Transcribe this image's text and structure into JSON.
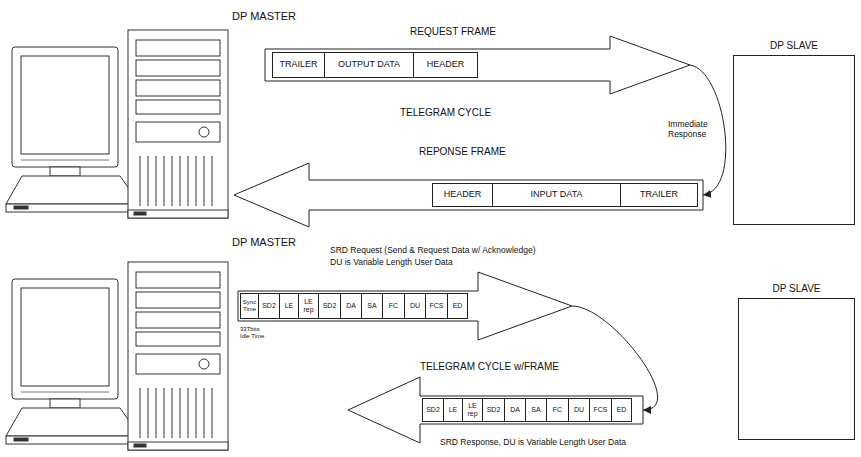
{
  "diagram": {
    "nodes": [
      {
        "text": [
          "REQUEST FRAME"
        ]
      },
      {
        "text": [
          "TRAILER"
        ],
        "in": 0
      },
      {
        "text": [
          "OUTPUT DATA"
        ],
        "in": 0
      },
      {
        "text": [
          "HEADER"
        ],
        "in": 0
      },
      {
        "text": [
          "DP SLAVE"
        ]
      },
      {
        "text": [
          "REPONSE FRAME"
        ]
      },
      {
        "text": [
          "HEADER"
        ],
        "in": 5
      },
      {
        "text": [
          "INPUT DATA"
        ],
        "in": 5
      },
      {
        "text": [
          "TRAILER"
        ],
        "in": 5
      },
      {
        "text": [
          "SRD Request (Send & Request Data w/ Acknowledge)",
          "DU is Variable Length User Data"
        ]
      },
      {
        "text": [
          "Sync Time"
        ],
        "in": 9
      },
      {
        "text": [
          "SD2"
        ],
        "in": 9
      },
      {
        "text": [
          "LE"
        ],
        "in": 9
      },
      {
        "text": [
          "LE rep"
        ],
        "in": 9
      },
      {
        "text": [
          "SD2"
        ],
        "in": 9
      },
      {
        "text": [
          "DA"
        ],
        "in": 9
      },
      {
        "text": [
          "SA"
        ],
        "in": 9
      },
      {
        "text": [
          "FC"
        ],
        "in": 9
      },
      {
        "text": [
          "DU"
        ],
        "in": 9
      },
      {
        "text": [
          "FCS"
        ],
        "in": 9
      },
      {
        "text": [
          "ED"
        ],
        "in": 9
      },
      {
        "text": [
          "DP SLAVE"
        ]
      },
      {
        "text": [
          "SRD Response, DU is Variable Length User Data"
        ]
      },
      {
        "text": [
          "SD2"
        ],
        "in": 22
      },
      {
        "text": [
          "LE"
        ],
        "in": 22
      },
      {
        "text": [
          "LE rep"
        ],
        "in": 22
      },
      {
        "text": [
          "SD2"
        ],
        "in": 22
      },
      {
        "text": [
          "DA"
        ],
        "in": 22
      },
      {
        "text": [
          "SA"
        ],
        "in": 22
      },
      {
        "text": [
          "FC"
        ],
        "in": 22
      },
      {
        "text": [
          "DU"
        ],
        "in": 22
      },
      {
        "text": [
          "FCS"
        ],
        "in": 22
      },
      {
        "text": [
          "ED"
        ],
        "in": 22
      }
    ],
    "edges": [
      {
        "from": 0,
        "to": 5,
        "label": "Immediate Response",
        "arrow": "to"
      },
      {
        "from": 9,
        "to": 22,
        "arrow": "to"
      }
    ],
    "labels": [
      "DP MASTER",
      "TELEGRAM CYCLE",
      "DP MASTER",
      "33Tbits Idle Time",
      "TELEGRAM CYCLE w/FRAME"
    ]
  }
}
